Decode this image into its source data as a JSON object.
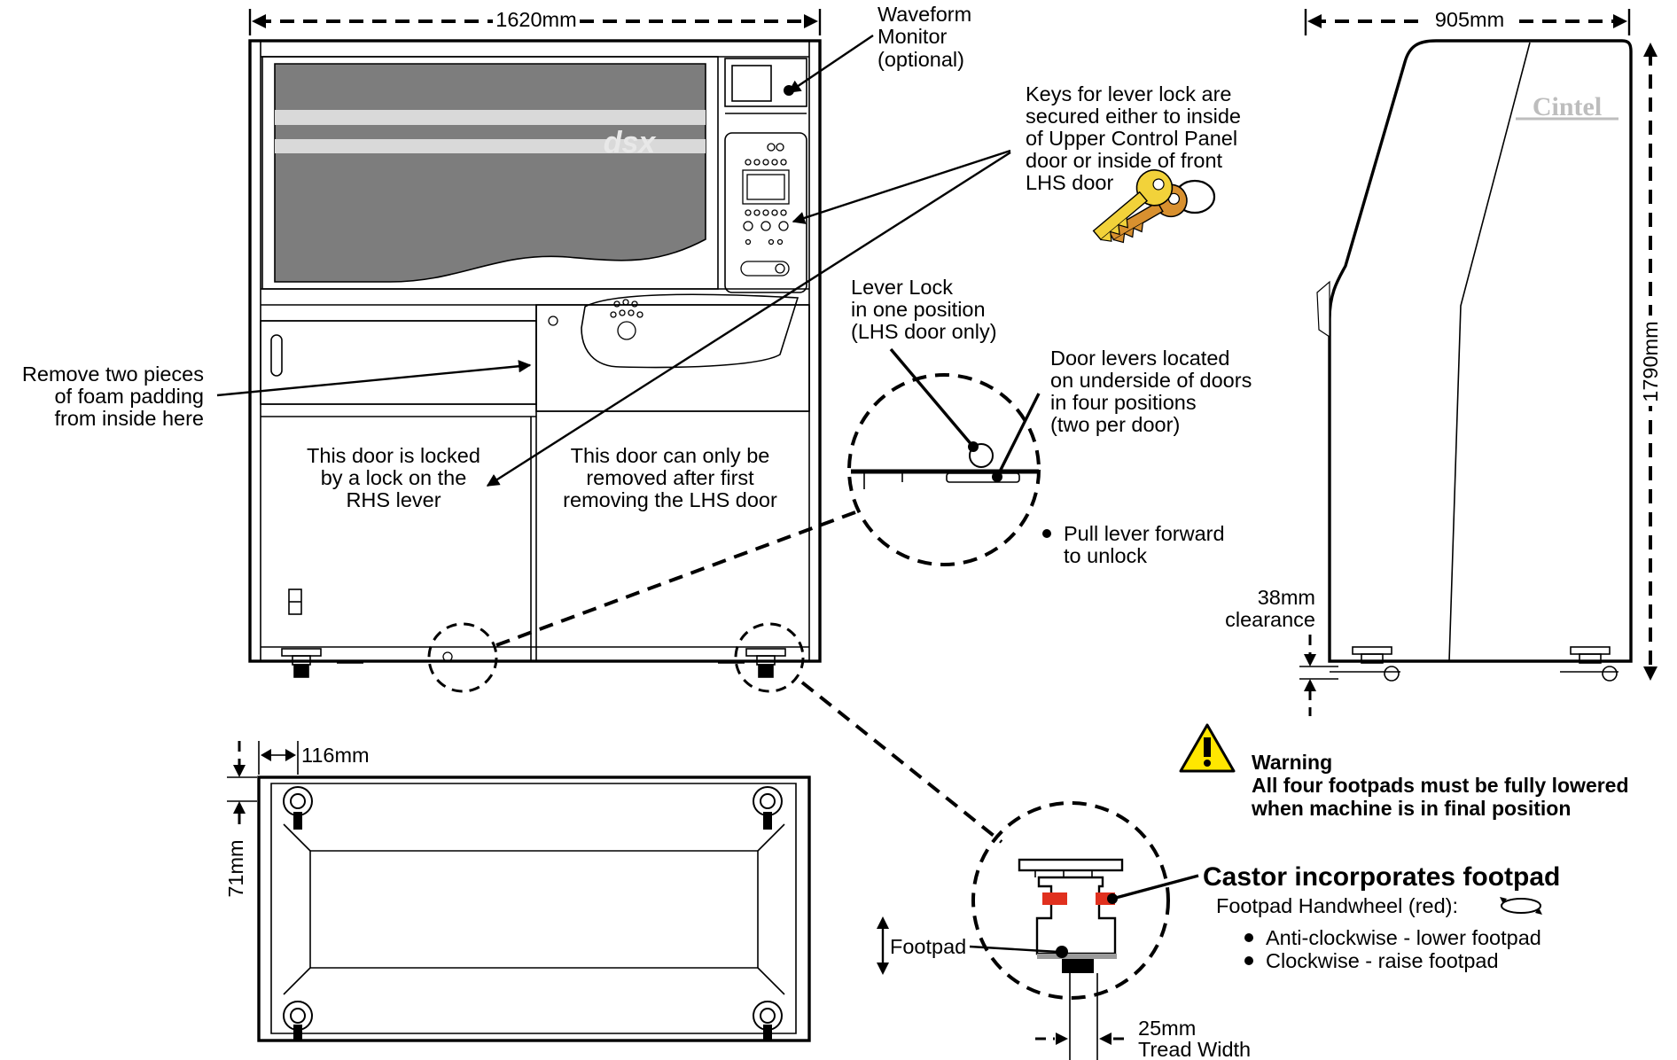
{
  "front_view": {
    "width_dim": "1620mm",
    "brand_logo": "dsx",
    "waveform": [
      "Waveform",
      "Monitor",
      "(optional)"
    ],
    "keys_note": [
      "Keys for lever lock are",
      "secured either to inside",
      "of Upper Control Panel",
      "door or inside of front",
      "LHS door"
    ],
    "foam_note": [
      "Remove two pieces",
      "of foam padding",
      "from inside here"
    ],
    "lhs_door_note": [
      "This door is locked",
      "by a lock on the",
      "RHS lever"
    ],
    "rhs_door_note": [
      "This door can only be",
      "removed after first",
      "removing the LHS door"
    ]
  },
  "lever_detail": {
    "lever_lock": [
      "Lever Lock",
      "in one position",
      "(LHS door only)"
    ],
    "door_levers": [
      "Door levers located",
      "on underside of doors",
      "in four positions",
      "(two per door)"
    ],
    "pull_lever": [
      "Pull lever forward",
      "to unlock"
    ]
  },
  "side_view": {
    "depth_dim": "905mm",
    "height_dim": "1790mm",
    "brand_logo": "Cintel",
    "clearance": [
      "38mm",
      "clearance"
    ]
  },
  "base_view": {
    "offset_x": "116mm",
    "offset_y": "71mm"
  },
  "warning": {
    "title": "Warning",
    "lines": [
      "All four footpads must be fully lowered",
      "when machine is in final position"
    ],
    "colors": {
      "warning_yellow": "#ffe600",
      "handwheel_red": "#e0301e"
    }
  },
  "castor": {
    "title": "Castor incorporates footpad",
    "handwheel": "Footpad Handwheel (red):",
    "bullets": [
      "Anti-clockwise - lower footpad",
      "Clockwise - raise footpad"
    ],
    "footpad_label": "Footpad",
    "tread_dim": "25mm",
    "tread_label": "Tread Width"
  }
}
